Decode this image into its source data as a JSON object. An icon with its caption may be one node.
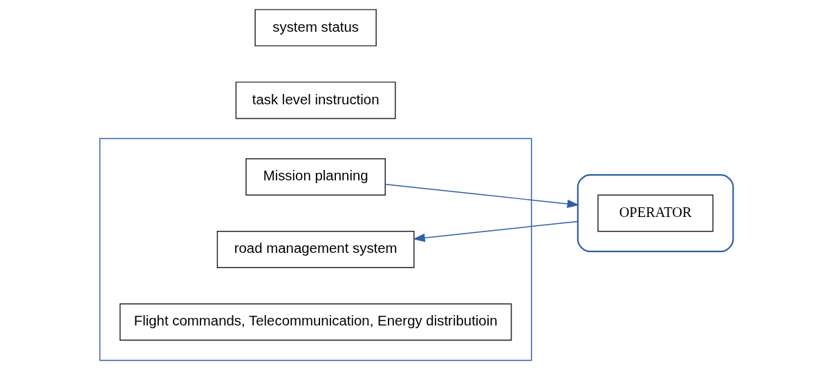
{
  "diagram": {
    "nodes": [
      {
        "text": [],
        "shape": "triangle"
      },
      {
        "text": [
          "Mission planning"
        ],
        "in": 0
      },
      {
        "text": [
          "road management system"
        ],
        "in": 0
      },
      {
        "text": [
          "Flight commands, Telecommunication, Energy distributioin"
        ],
        "in": 0
      },
      {
        "text": [
          "task level instruction"
        ]
      },
      {
        "text": [],
        "shape": "box"
      },
      {
        "text": [
          "OPERATOR"
        ],
        "in": 5
      },
      {
        "text": [
          "system status"
        ]
      }
    ],
    "edges": [
      {
        "from": 1,
        "to": 5,
        "arrow": "to"
      },
      {
        "from": 5,
        "to": 2,
        "arrow": "to"
      }
    ]
  }
}
